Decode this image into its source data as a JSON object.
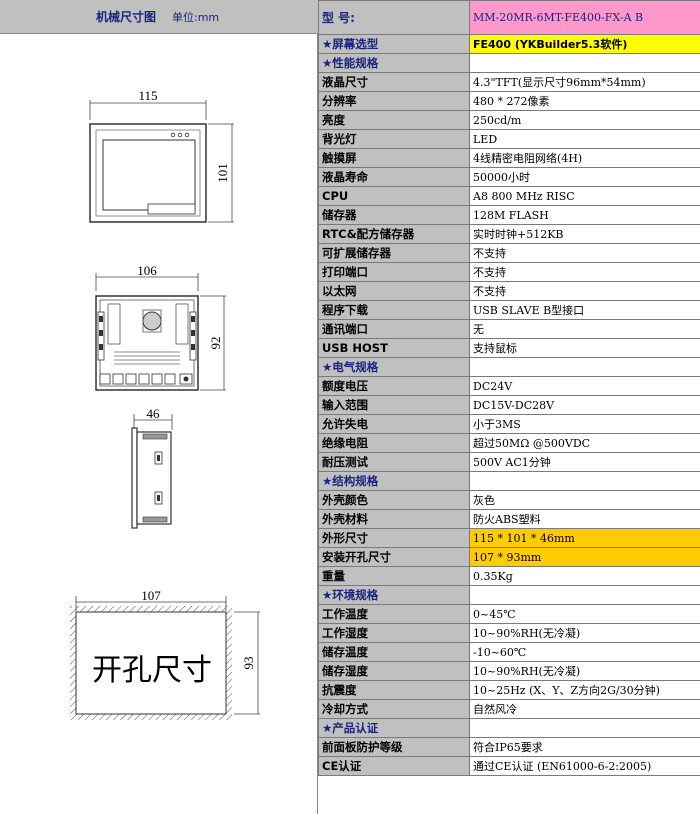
{
  "left_panel": {
    "title": "机械尺寸图",
    "unit": "单位:mm",
    "front_view": {
      "width_label": "115",
      "height_label": "101"
    },
    "back_view": {
      "width_label": "106",
      "height_label": "92"
    },
    "side_view": {
      "depth_label": "46"
    },
    "cutout_view": {
      "width_label": "107",
      "height_label": "93",
      "caption": "开孔尺寸"
    }
  },
  "header": {
    "label": "型  号:",
    "value": "MM-20MR-6MT-FE400-FX-A B"
  },
  "rows": [
    {
      "type": "sec",
      "label": "★屏幕选型",
      "value": "FE400 (YKBuilder5.3软件)",
      "highlight": "yellow"
    },
    {
      "type": "sec",
      "label": "★性能规格",
      "value": ""
    },
    {
      "type": "item",
      "label": "液晶尺寸",
      "value": "4.3\"TFT(显示尺寸96mm*54mm)"
    },
    {
      "type": "item",
      "label": "分辨率",
      "value": "480 * 272像素"
    },
    {
      "type": "item",
      "label": "亮度",
      "value": "250cd/m"
    },
    {
      "type": "item",
      "label": "背光灯",
      "value": "LED"
    },
    {
      "type": "item",
      "label": "触摸屏",
      "value": "4线精密电阻网络(4H)"
    },
    {
      "type": "item",
      "label": "液晶寿命",
      "value": "50000小时"
    },
    {
      "type": "item",
      "label": "CPU",
      "value": "A8 800 MHz RISC"
    },
    {
      "type": "item",
      "label": "储存器",
      "value": "128M FLASH"
    },
    {
      "type": "item",
      "label": "RTC&配方储存器",
      "value": "实时时钟+512KB"
    },
    {
      "type": "item",
      "label": "可扩展储存器",
      "value": "不支持"
    },
    {
      "type": "item",
      "label": "打印端口",
      "value": "不支持"
    },
    {
      "type": "item",
      "label": "以太网",
      "value": "不支持"
    },
    {
      "type": "item",
      "label": "程序下载",
      "value": "USB SLAVE B型接口"
    },
    {
      "type": "item",
      "label": "通讯端口",
      "value": "无"
    },
    {
      "type": "item",
      "label": "USB HOST",
      "value": "支持鼠标"
    },
    {
      "type": "sec",
      "label": "★电气规格",
      "value": ""
    },
    {
      "type": "item",
      "label": "额度电压",
      "value": "DC24V"
    },
    {
      "type": "item",
      "label": "输入范围",
      "value": "DC15V-DC28V"
    },
    {
      "type": "item",
      "label": "允许失电",
      "value": "小于3MS"
    },
    {
      "type": "item",
      "label": "绝缘电阻",
      "value": "超过50MΩ @500VDC"
    },
    {
      "type": "item",
      "label": "耐压测试",
      "value": "500V AC1分钟"
    },
    {
      "type": "sec",
      "label": "★结构规格",
      "value": ""
    },
    {
      "type": "item",
      "label": "外壳颜色",
      "value": "灰色"
    },
    {
      "type": "item",
      "label": "外壳材料",
      "value": "防火ABS塑料"
    },
    {
      "type": "item",
      "label": "外形尺寸",
      "value": "115 * 101 * 46mm",
      "highlight": "orange"
    },
    {
      "type": "item",
      "label": "安装开孔尺寸",
      "value": "107 * 93mm",
      "highlight": "orange"
    },
    {
      "type": "item",
      "label": "重量",
      "value": "0.35Kg"
    },
    {
      "type": "sec",
      "label": "★环境规格",
      "value": ""
    },
    {
      "type": "item",
      "label": "工作温度",
      "value": "0~45℃"
    },
    {
      "type": "item",
      "label": "工作湿度",
      "value": "10~90%RH(无冷凝)"
    },
    {
      "type": "item",
      "label": "储存温度",
      "value": "-10~60℃"
    },
    {
      "type": "item",
      "label": "储存湿度",
      "value": "10~90%RH(无冷凝)"
    },
    {
      "type": "item",
      "label": "抗震度",
      "value": "10~25Hz (X、Y、Z方向2G/30分钟)"
    },
    {
      "type": "item",
      "label": "冷却方式",
      "value": "自然风冷"
    },
    {
      "type": "sec",
      "label": "★产品认证",
      "value": ""
    },
    {
      "type": "item",
      "label": "前面板防护等级",
      "value": "符合IP65要求"
    },
    {
      "type": "item",
      "label": "CE认证",
      "value": "通过CE认证 (EN61000-6-2:2005)"
    }
  ],
  "colors": {
    "label_bg": "#c0c0c0",
    "section_text": "#1a237e",
    "model_bg": "#ff99cc",
    "highlight_yellow": "#ffff00",
    "highlight_orange": "#ffcc00"
  }
}
